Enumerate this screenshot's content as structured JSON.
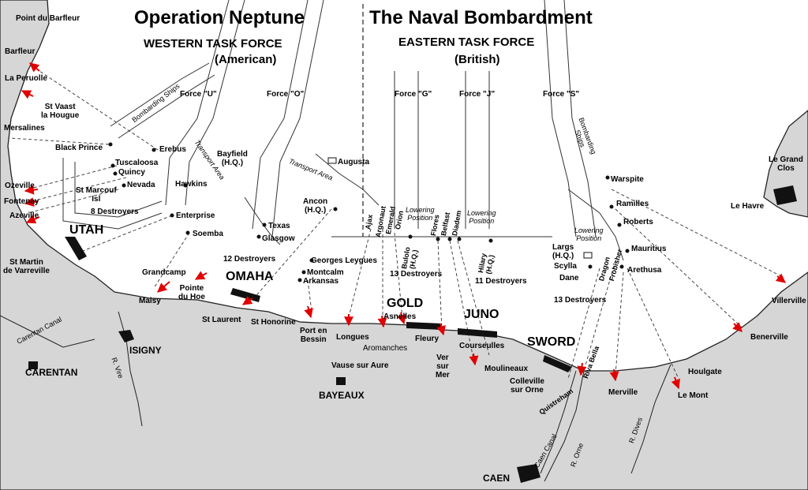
{
  "titles": {
    "left": "Operation Neptune",
    "right": "The Naval Bombardment",
    "west_force": "WESTERN TASK FORCE",
    "west_nation": "(American)",
    "east_force": "EASTERN TASK FORCE",
    "east_nation": "(British)"
  },
  "forces": {
    "u": "Force \"U\"",
    "o": "Force \"O\"",
    "g": "Force \"G\"",
    "j": "Force \"J\"",
    "s": "Force \"S\""
  },
  "beaches": {
    "utah": "UTAH",
    "omaha": "OMAHA",
    "gold": "GOLD",
    "juno": "JUNO",
    "sword": "SWORD"
  },
  "places": {
    "point_barfleur": "Point du Barfleur",
    "barfleur": "Barfleur",
    "la_peruolle": "La Peruolle",
    "st_vaast": "St Vaast\nla Hougue",
    "mersalines": "Mersalines",
    "ozeville": "Ozeville",
    "fontenay": "Fontenay",
    "azeville": "Azeville",
    "st_martin": "St Martin\nde Varreville",
    "st_marcouf": "St Marcouf\nIsl",
    "grandcamp": "Grandcamp",
    "maisy": "Maisy",
    "pointe_hoe": "Pointe\ndu Hoe",
    "st_laurent": "St Laurent",
    "st_honorine": "St Honorine",
    "port_bessin": "Port en\nBessin",
    "longues": "Longues",
    "arromanches": "Aromanches",
    "asnelles": "Asnelles",
    "vause": "Vause sur Aure",
    "fleury": "Fleury",
    "ver_sur_mer": "Ver\nsur\nMer",
    "courseulles": "Courseulles",
    "moulineaux": "Moulineaux",
    "colleville": "Colleville\nsur Orne",
    "riva_bella": "Riva Bella",
    "quistreham": "Quistreham",
    "merville": "Merville",
    "houlgate": "Houlgate",
    "le_mont": "Le Mont",
    "benerville": "Benerville",
    "villerville": "Villerville",
    "le_havre": "Le Havre",
    "le_grand_clos": "Le Grand\nClos",
    "isigny": "ISIGNY",
    "carentan": "CARENTAN",
    "bayeaux": "BAYEAUX",
    "caen": "CAEN",
    "carentan_canal": "Carentan Canal",
    "r_vire": "R. Vire",
    "caen_canal": "Caen Canal",
    "r_orne": "R. Orne",
    "r_dives": "R. Dives"
  },
  "ships": {
    "black_prince": "Black Prince",
    "erebus": "Erebus",
    "tuscaloosa": "Tuscaloosa",
    "quincy": "Quincy",
    "nevada": "Nevada",
    "eight_destroyers": "8 Destroyers",
    "bayfield": "Bayfield\n(H.Q.)",
    "hawkins": "Hawkins",
    "enterprise": "Enterprise",
    "soemba": "Soemba",
    "texas": "Texas",
    "glasgow": "Glasgow",
    "augusta": "Augusta",
    "ancon": "Ancon\n(H.Q.)",
    "twelve_destroyers": "12 Destroyers",
    "georges_leygues": "Georges Leygues",
    "montcalm": "Montcalm",
    "arkansas": "Arkansas",
    "ajax": "Ajax",
    "argonaut": "Argonaut",
    "emerald": "Emerald",
    "orion": "Orion",
    "bulolo": "Bulolo\n(H.Q.)",
    "flores": "Flores",
    "belfast": "Belfast",
    "diadem": "Diadem",
    "thirteen_destroyers_g": "13 Destroyers",
    "hilary": "Hilary\n(H.Q.)",
    "eleven_destroyers": "11 Destroyers",
    "warspite": "Warspite",
    "ramilles": "Ramilles",
    "roberts": "Roberts",
    "largs": "Largs\n(H.Q.)",
    "scylla": "Scylla",
    "dane": "Dane",
    "dragon": "Dragon",
    "frobisher": "Frobisher",
    "mauritius": "Mauritius",
    "arethusa": "Arethusa",
    "thirteen_destroyers_s": "13 Destroyers"
  },
  "areas": {
    "bombarding_ships_w": "Bombarding Ships",
    "bombarding_ships_e": "Bombarding\nShips",
    "transport_area_u": "Transport Area",
    "transport_area_o": "Transport Area",
    "lowering_g": "Lowering\nPosition",
    "lowering_j": "Lowering\nPosition",
    "lowering_s": "Lowering\nPosition"
  },
  "colors": {
    "land": "#d6d6d6",
    "sea": "#ffffff",
    "line": "#222222",
    "arrow": "#e00000",
    "beach": "#111111"
  }
}
